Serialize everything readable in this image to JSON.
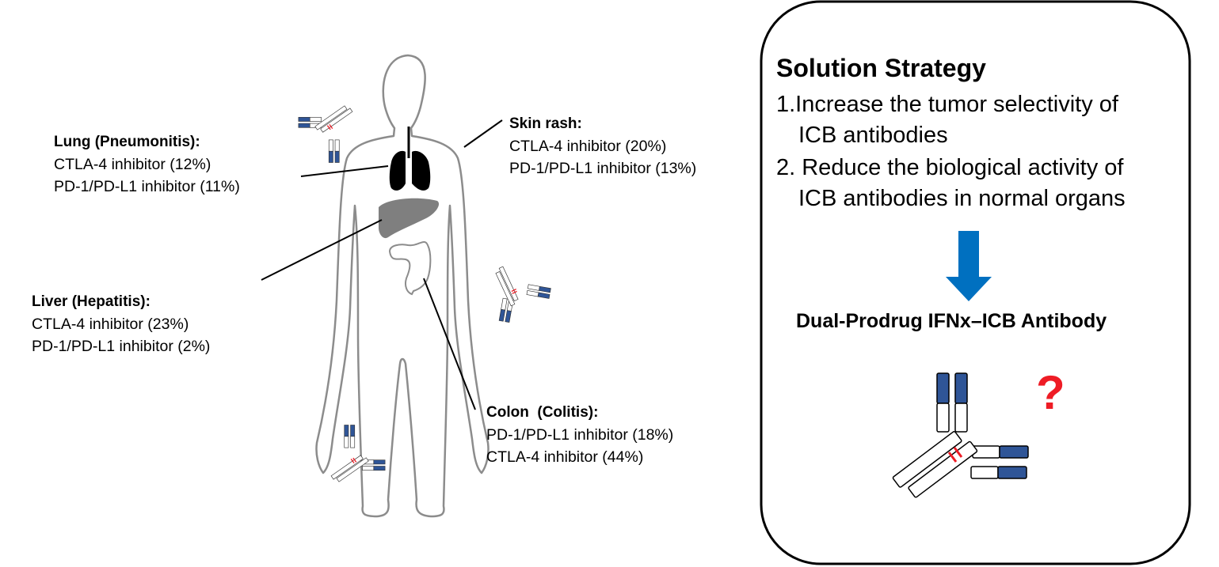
{
  "colors": {
    "silhouette_fill": "#ffffff",
    "silhouette_stroke": "#8c8c8c",
    "lungs": "#000000",
    "liver": "#7f7f7f",
    "antibody_blue": "#2f5597",
    "hinge_red": "#ee1c25",
    "arrow_blue": "#0070c0",
    "question_red": "#ee1c25"
  },
  "labels": {
    "lung": {
      "title": "Lung (Pneumonitis):",
      "line1": "CTLA-4 inhibitor (12%)",
      "line2": "PD-1/PD-L1 inhibitor (11%)"
    },
    "liver": {
      "title": "Liver (Hepatitis):",
      "line1": "CTLA-4 inhibitor (23%)",
      "line2": "PD-1/PD-L1 inhibitor (2%)"
    },
    "skin": {
      "title": "Skin rash:",
      "line1": "CTLA-4 inhibitor (20%)",
      "line2": "PD-1/PD-L1 inhibitor (13%)"
    },
    "colon": {
      "title": "Colon  (Colitis):",
      "line1": "PD-1/PD-L1 inhibitor (18%)",
      "line2": "CTLA-4 inhibitor (44%)"
    }
  },
  "strategy": {
    "title": "Solution Strategy",
    "item1_line1": "1.Increase the tumor selectivity of",
    "item1_line2": "ICB antibodies",
    "item2_line1": "2. Reduce the biological activity of",
    "item2_line2": "ICB antibodies in normal organs",
    "result": "Dual-Prodrug IFNx–ICB Antibody",
    "question": "?"
  },
  "icons": [
    "body-silhouette",
    "lungs-icon",
    "liver-icon",
    "colon-icon",
    "antibody-icon",
    "down-arrow-icon"
  ]
}
